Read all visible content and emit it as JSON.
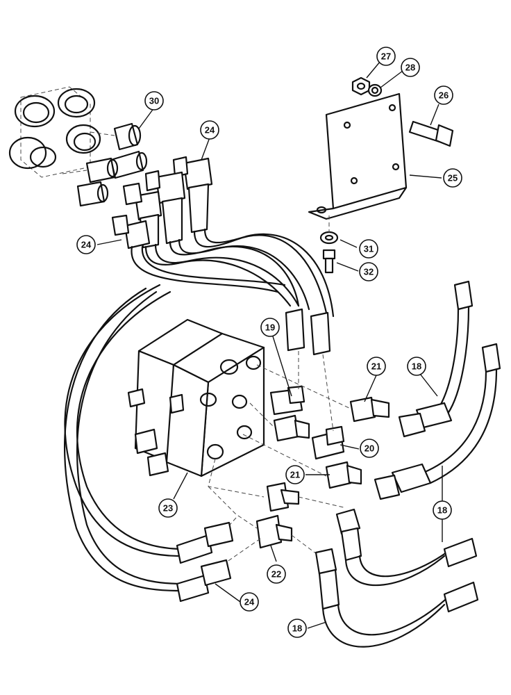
{
  "callouts": [
    {
      "id": "c30",
      "label": "30"
    },
    {
      "id": "c24a",
      "label": "24"
    },
    {
      "id": "c27",
      "label": "27"
    },
    {
      "id": "c28",
      "label": "28"
    },
    {
      "id": "c26",
      "label": "26"
    },
    {
      "id": "c25",
      "label": "25"
    },
    {
      "id": "c24b",
      "label": "24"
    },
    {
      "id": "c31",
      "label": "31"
    },
    {
      "id": "c32",
      "label": "32"
    },
    {
      "id": "c19",
      "label": "19"
    },
    {
      "id": "c21a",
      "label": "21"
    },
    {
      "id": "c18a",
      "label": "18"
    },
    {
      "id": "c20",
      "label": "20"
    },
    {
      "id": "c21b",
      "label": "21"
    },
    {
      "id": "c23",
      "label": "23"
    },
    {
      "id": "c18b",
      "label": "18"
    },
    {
      "id": "c22",
      "label": "22"
    },
    {
      "id": "c24c",
      "label": "24"
    },
    {
      "id": "c18c",
      "label": "18"
    }
  ]
}
